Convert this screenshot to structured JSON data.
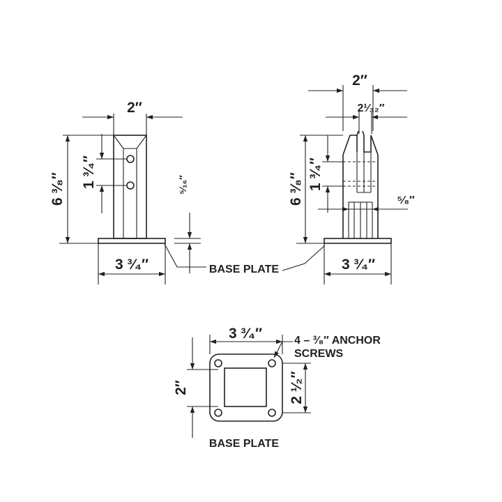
{
  "front_view": {
    "width_top": "2″",
    "height_total": "6 ³⁄₈″",
    "hole_spacing": "1 ³⁄₄″",
    "plate_thickness": "⁵⁄₁₆″",
    "plate_width": "3 ³⁄₄″"
  },
  "side_view": {
    "width_top": "2″",
    "slot_width": "2¹⁄₃₂″",
    "height_total": "6 ³⁄₈″",
    "height_upper": "1 ³⁄₄″",
    "offset": "⁵⁄₈″",
    "plate_width": "3 ³⁄₄″"
  },
  "base_plate_label": "BASE PLATE",
  "plan_view": {
    "plate_width": "3 ³⁄₄″",
    "anchor_label_line1": "4 – ³⁄₈″ ANCHOR",
    "anchor_label_line2": "SCREWS",
    "hole_spacing_left": "2″",
    "hole_spacing_right": "2 ¹⁄₂″",
    "caption": "BASE PLATE"
  },
  "colors": {
    "ink": "#231f20",
    "background": "#ffffff"
  }
}
